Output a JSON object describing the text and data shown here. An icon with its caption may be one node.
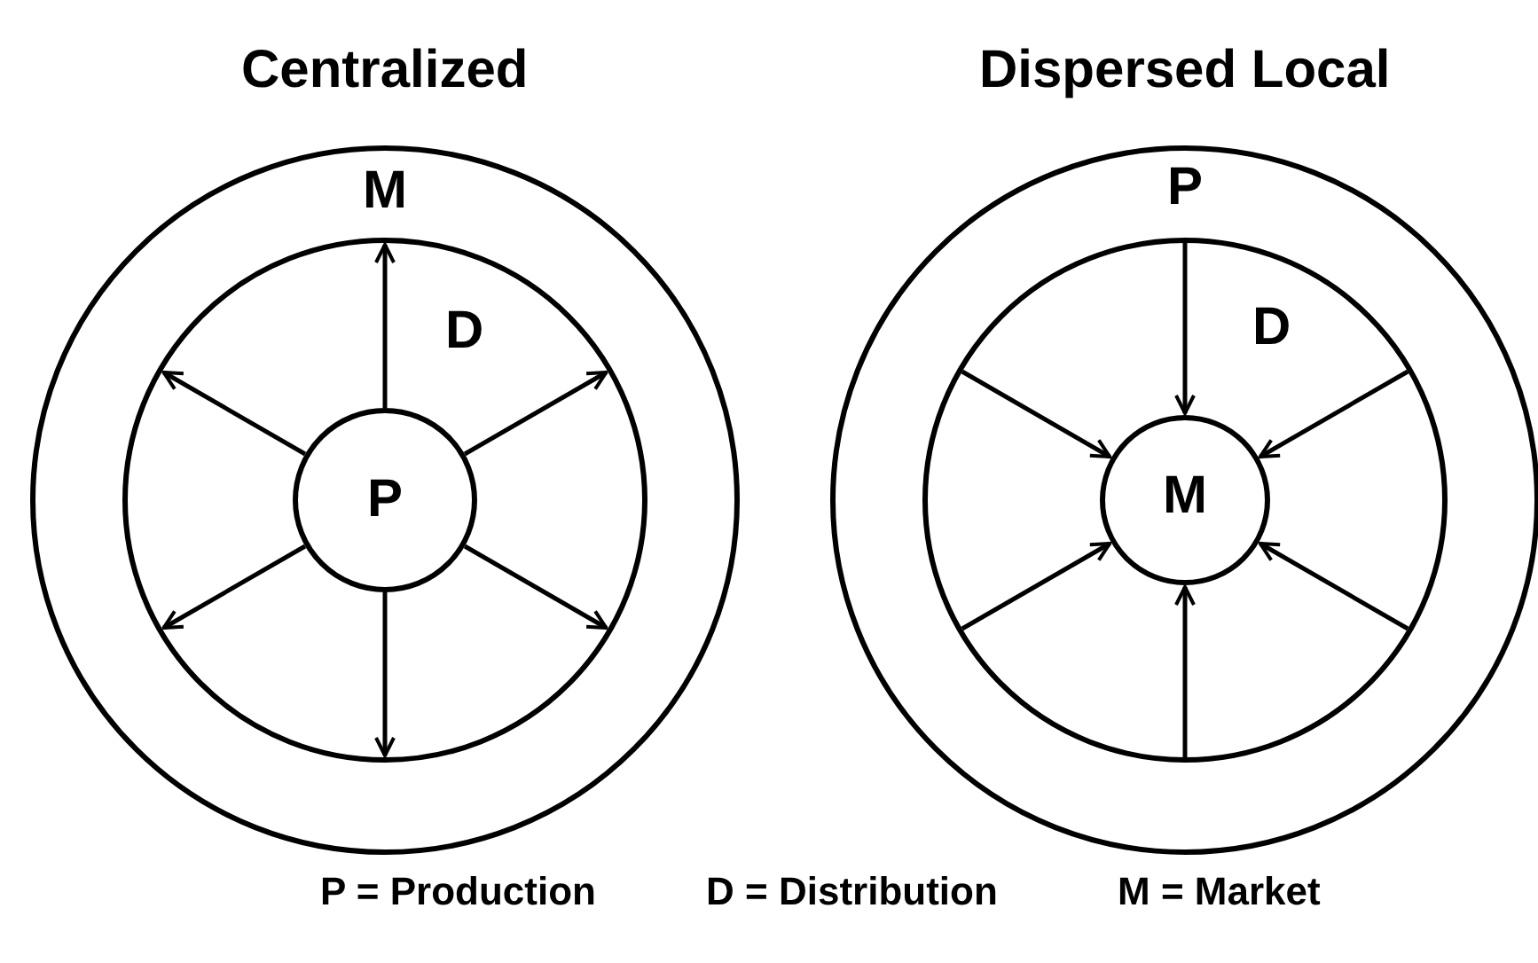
{
  "diagram": {
    "nodes": [
      {
        "text": [
          "M"
        ]
      },
      {
        "text": [
          "D"
        ],
        "in": 0
      },
      {
        "text": [
          "P"
        ],
        "in": 1
      },
      {
        "text": [
          "P"
        ]
      },
      {
        "text": [
          "D"
        ],
        "in": 3
      },
      {
        "text": [
          "M"
        ],
        "in": 4
      }
    ],
    "edges": [
      {
        "from": 2,
        "to": 1,
        "arrow": "to"
      },
      {
        "from": 2,
        "to": 1,
        "arrow": "to"
      },
      {
        "from": 2,
        "to": 1,
        "arrow": "to"
      },
      {
        "from": 2,
        "to": 1,
        "arrow": "to"
      },
      {
        "from": 2,
        "to": 1,
        "arrow": "to"
      },
      {
        "from": 2,
        "to": 1,
        "arrow": "to"
      },
      {
        "from": 4,
        "to": 5,
        "arrow": "to"
      },
      {
        "from": 4,
        "to": 5,
        "arrow": "to"
      },
      {
        "from": 4,
        "to": 5,
        "arrow": "to"
      },
      {
        "from": 4,
        "to": 5,
        "arrow": "to"
      },
      {
        "from": 4,
        "to": 5,
        "arrow": "to"
      },
      {
        "from": 4,
        "to": 5,
        "arrow": "to"
      }
    ],
    "labels": [
      "Centralized",
      "Dispersed Local",
      "P = Production",
      "D = Distribution",
      "M = Market"
    ]
  }
}
